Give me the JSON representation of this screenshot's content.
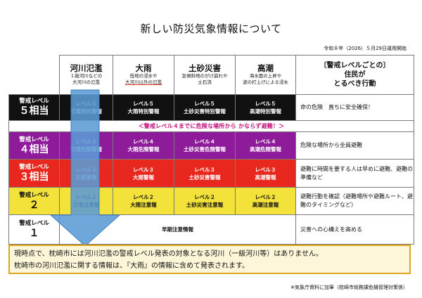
{
  "title": "新しい防災気象情報について",
  "date_note": "令和８年（2026）５月29日運用開始",
  "headers": [
    {
      "name": "河川氾濫",
      "sub1": "１級河川などの",
      "sub2": "大河川の氾濫"
    },
    {
      "name": "大雨",
      "sub1": "低地の浸水や",
      "sub2": "大河川以外の氾濫"
    },
    {
      "name": "土砂災害",
      "sub1": "急傾斜地のがけ崩れや",
      "sub2": "土石流"
    },
    {
      "name": "高潮",
      "sub1": "海水面の上昇や",
      "sub2": "波の打上げによる浸水"
    }
  ],
  "who_header": {
    "l1": "〔警戒レベルごとの〕",
    "l2": "住民が",
    "l3": "とるべき行動"
  },
  "rows": [
    {
      "lvl1": "警戒レベル",
      "lvl2": "５相当",
      "cells": [
        {
          "a": "レベル５",
          "b": "氾濫特別警報"
        },
        {
          "a": "レベル５",
          "b": "大雨特別警報"
        },
        {
          "a": "レベル５",
          "b": "土砂災害特別警報"
        },
        {
          "a": "レベル５",
          "b": "高潮特別警報"
        }
      ],
      "action": "命の危険　直ちに安全確保！"
    },
    {
      "lvl1": "警戒レベル",
      "lvl2": "４相当",
      "cells": [
        {
          "a": "レベル４",
          "b": "氾濫危険警報"
        },
        {
          "a": "レベル４",
          "b": "大雨危険警報"
        },
        {
          "a": "レベル４",
          "b": "土砂災害危険警報"
        },
        {
          "a": "レベル４",
          "b": "高潮危険警報"
        }
      ],
      "action": "危険な場所から全員避難"
    },
    {
      "lvl1": "警戒レベル",
      "lvl2": "３相当",
      "cells": [
        {
          "a": "レベル３",
          "b": "氾濫警報"
        },
        {
          "a": "レベル３",
          "b": "大雨警報"
        },
        {
          "a": "レベル３",
          "b": "土砂災害警報"
        },
        {
          "a": "レベル３",
          "b": "高潮警報"
        }
      ],
      "action": "避難に時間を要する人は早めに避難、避難の準備など"
    },
    {
      "lvl1": "警戒レベル",
      "lvl2": "２",
      "cells": [
        {
          "a": "レベル２",
          "b": "氾濫注意報"
        },
        {
          "a": "レベル２",
          "b": "大雨注意報"
        },
        {
          "a": "レベル２",
          "b": "土砂災害注意報"
        },
        {
          "a": "レベル２",
          "b": "高潮注意報"
        }
      ],
      "action": "避難行動を確認（避難場所や避難ルート、避難のタイミングなど）"
    },
    {
      "lvl1": "警戒レベル",
      "lvl2": "１",
      "merged": "早期注意情報",
      "action": "災害への心構えを高める"
    }
  ],
  "band_text": "＜警戒レベル４までに危険な場所から かならず避難！＞",
  "note_l1": "現時点で、枕崎市には河川氾濫の警戒レベル発表の対象となる河川（一級河川等）はありません。",
  "note_l2": "枕崎市の河川氾濫に関する情報は、『大雨』の情報に含めて発表されます。",
  "source": "※気象庁資料に加筆（枕崎市総務課危機管理対策係）",
  "colors": {
    "level5": "#111111",
    "level4": "#8e1b9a",
    "level3": "#e8281e",
    "level2": "#f3e23a",
    "band": "#c0127a",
    "arrow": "#5b9bd5",
    "note_border": "#e0a31c",
    "note_bg": "#fdf6d8"
  }
}
